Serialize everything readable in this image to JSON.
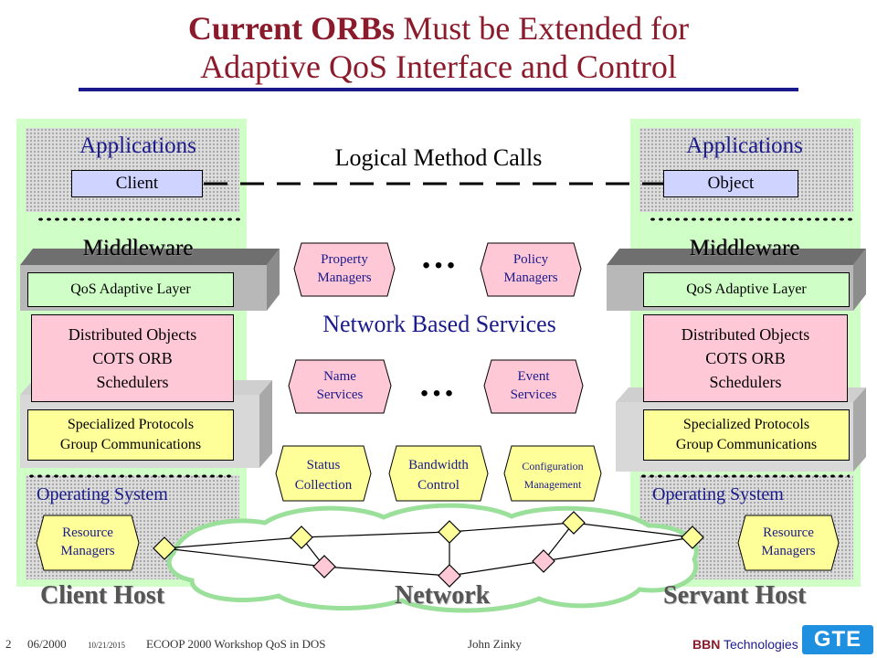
{
  "title": {
    "bold": "Current ORBs",
    "rest_line1": " Must be Extended for",
    "line2": "Adaptive QoS Interface and Control"
  },
  "left_host": {
    "applications": "Applications",
    "client": "Client",
    "middleware": "Middleware",
    "qos_layer": "QoS Adaptive Layer",
    "orb_box": [
      "Distributed Objects",
      "COTS ORB",
      "Schedulers"
    ],
    "protocols_box": [
      "Specialized Protocols",
      "Group Communications"
    ],
    "os": "Operating System",
    "resource_managers": [
      "Resource",
      "Managers"
    ],
    "host_label": "Client Host"
  },
  "right_host": {
    "applications": "Applications",
    "object": "Object",
    "middleware": "Middleware",
    "qos_layer": "QoS Adaptive Layer",
    "orb_box": [
      "Distributed Objects",
      "COTS ORB",
      "Schedulers"
    ],
    "protocols_box": [
      "Specialized Protocols",
      "Group Communications"
    ],
    "os": "Operating System",
    "resource_managers": [
      "Resource",
      "Managers"
    ],
    "host_label": "Servant Host"
  },
  "center": {
    "logical_calls": "Logical Method Calls",
    "property_managers": [
      "Property",
      "Managers"
    ],
    "policy_managers": [
      "Policy",
      "Managers"
    ],
    "ellipsis": "…",
    "network_services": "Network Based Services",
    "name_services": [
      "Name",
      "Services"
    ],
    "event_services": [
      "Event",
      "Services"
    ],
    "status_collection": [
      "Status",
      "Collection"
    ],
    "bandwidth_control": [
      "Bandwidth",
      "Control"
    ],
    "configuration_management": [
      "Configuration",
      "Management"
    ],
    "network_label": "Network"
  },
  "footer": {
    "slide_number": "2",
    "date": "06/2000",
    "small_date": "10/21/2015",
    "event": "ECOOP 2000 Workshop QoS in DOS",
    "author": "John Zinky",
    "company_bold": "BBN",
    "company_rest": " Technologies",
    "logo_text": "GTE"
  },
  "colors": {
    "title_red": "#8b1a2b",
    "title_blue": "#1a1a8c",
    "green_box": "#cfffc6",
    "pink_box": "#ffc8d6",
    "blue_box": "#cfd3ff",
    "yellow_hex": "#ffff99",
    "logo_blue": "#1f8fe0"
  }
}
